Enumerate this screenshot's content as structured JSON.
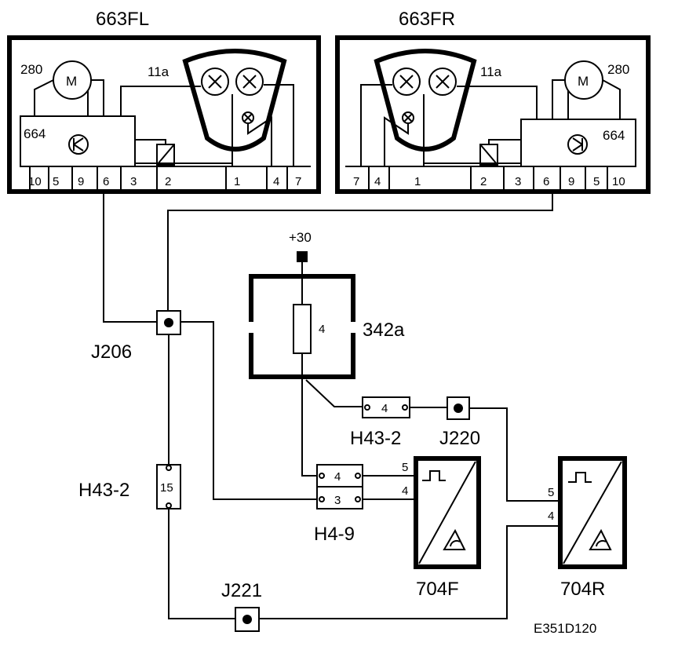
{
  "labels": {
    "left_unit": "663FL",
    "right_unit": "663FR",
    "motor_left": "280",
    "motor_right": "280",
    "motor_letter": "M",
    "module_left": "664",
    "module_right": "664",
    "bulb_left": "11a",
    "bulb_right": "11a",
    "fuse_box": "342a",
    "fuse_num": "4",
    "supply": "+30",
    "j206": "J206",
    "j220": "J220",
    "j221": "J221",
    "h43_left": "H43-2",
    "h43_left_pin": "15",
    "h43_mid": "H43-2",
    "h43_mid_pin": "4",
    "h4_9": "H4-9",
    "h4_9_pin_a": "4",
    "h4_9_pin_b": "3",
    "sensor_f": "704F",
    "sensor_r": "704R",
    "sensor_f_pin5": "5",
    "sensor_f_pin4": "4",
    "sensor_r_pin5": "5",
    "sensor_r_pin4": "4",
    "ref_code": "E351D120"
  },
  "pins": {
    "left": [
      "10",
      "5",
      "9",
      "6",
      "3",
      "2",
      "1",
      "4",
      "7"
    ],
    "right": [
      "7",
      "4",
      "1",
      "2",
      "3",
      "6",
      "9",
      "5",
      "10"
    ]
  }
}
